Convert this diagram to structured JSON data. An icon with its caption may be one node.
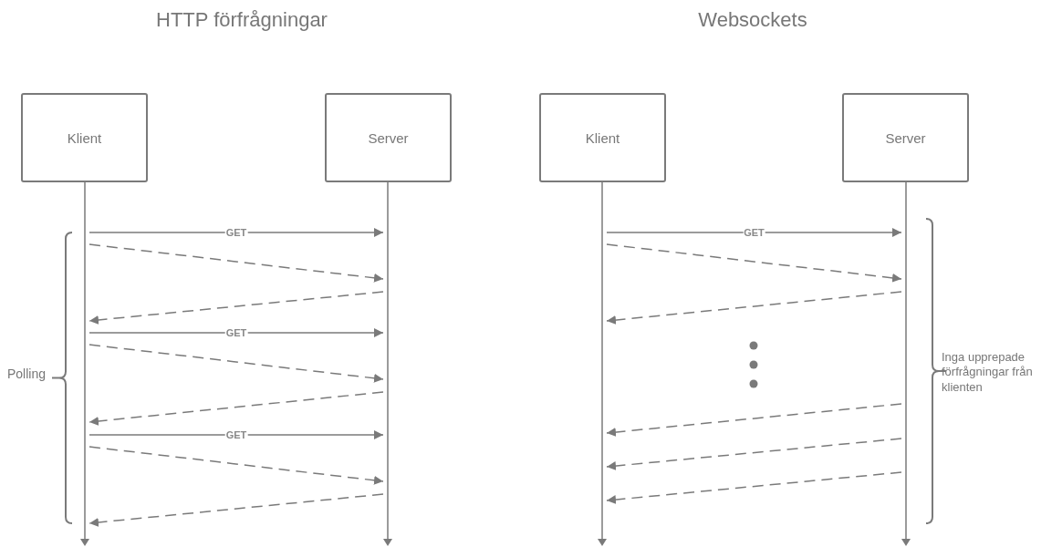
{
  "diagram": {
    "nodes": [
      {
        "text": [
          "Klient"
        ]
      },
      {
        "text": [
          "Server"
        ]
      },
      {
        "text": [
          "Klient"
        ]
      },
      {
        "text": [
          "Server"
        ]
      },
      {
        "text": [],
        "shape": "line"
      },
      {
        "text": [],
        "shape": "line"
      },
      {
        "text": [],
        "shape": "line"
      },
      {
        "text": [],
        "shape": "line"
      }
    ],
    "edges": [
      {
        "from": 4,
        "to": 5,
        "arrow": "to",
        "label": "GET"
      },
      {
        "from": 4,
        "to": 5,
        "arrow": "to",
        "style": "dashed"
      },
      {
        "from": 5,
        "to": 4,
        "arrow": "to",
        "style": "dashed"
      },
      {
        "from": 4,
        "to": 5,
        "arrow": "to",
        "label": "GET"
      },
      {
        "from": 4,
        "to": 5,
        "arrow": "to",
        "style": "dashed"
      },
      {
        "from": 5,
        "to": 4,
        "arrow": "to",
        "style": "dashed"
      },
      {
        "from": 4,
        "to": 5,
        "arrow": "to",
        "label": "GET"
      },
      {
        "from": 4,
        "to": 5,
        "arrow": "to",
        "style": "dashed"
      },
      {
        "from": 5,
        "to": 4,
        "arrow": "to",
        "style": "dashed"
      },
      {
        "from": 6,
        "to": 7,
        "arrow": "to",
        "label": "GET"
      },
      {
        "from": 6,
        "to": 7,
        "arrow": "to",
        "style": "dashed"
      },
      {
        "from": 7,
        "to": 6,
        "arrow": "to",
        "style": "dashed"
      },
      {
        "from": 7,
        "to": 6,
        "arrow": "to",
        "style": "dashed"
      },
      {
        "from": 7,
        "to": 6,
        "arrow": "to",
        "style": "dashed"
      },
      {
        "from": 7,
        "to": 6,
        "arrow": "to",
        "style": "dashed"
      }
    ],
    "labels": [
      "HTTP förfrågningar",
      "Websockets",
      "Polling",
      "Inga upprepade förfrågningar från klienten"
    ]
  }
}
